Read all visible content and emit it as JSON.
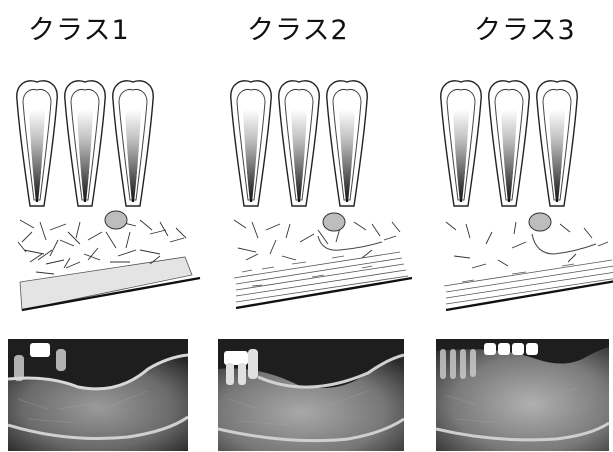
{
  "panels": [
    {
      "title": "クラス1"
    },
    {
      "title": "クラス2"
    },
    {
      "title": "クラス3"
    }
  ]
}
